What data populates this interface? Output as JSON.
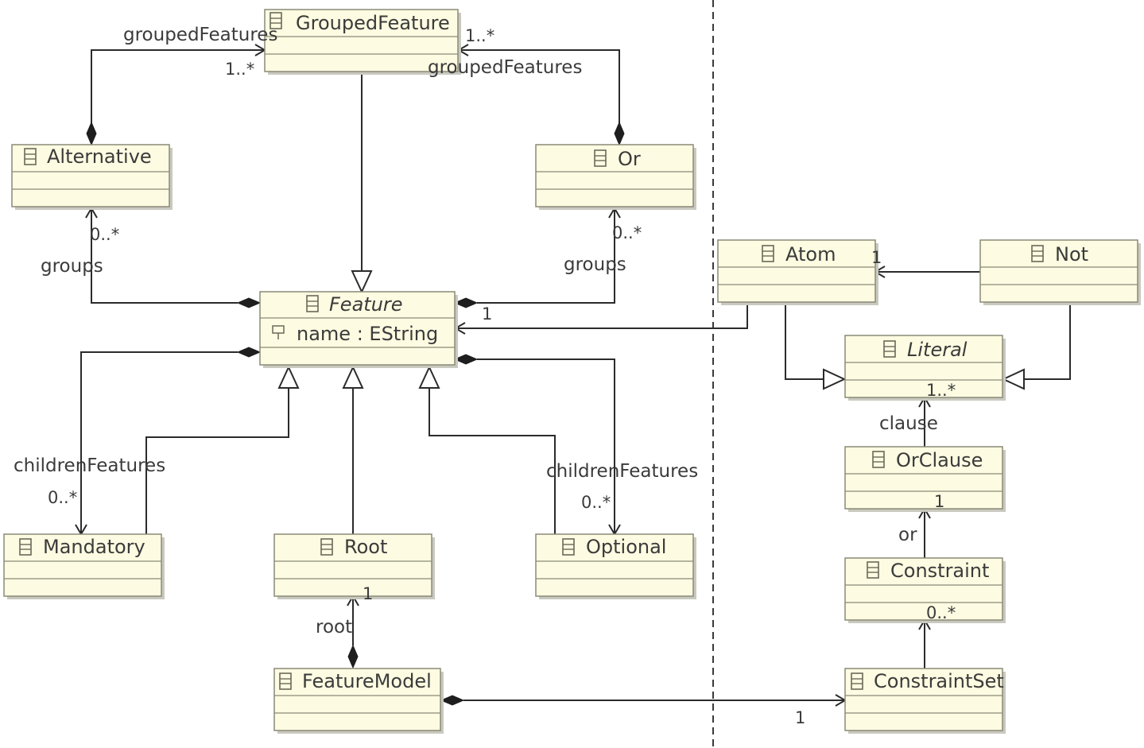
{
  "classes": {
    "grouped_feature": "GroupedFeature",
    "alternative": "Alternative",
    "or": "Or",
    "feature": "Feature",
    "feature_attribute": "name : EString",
    "mandatory": "Mandatory",
    "root": "Root",
    "optional": "Optional",
    "feature_model": "FeatureModel",
    "atom": "Atom",
    "not": "Not",
    "literal": "Literal",
    "or_clause": "OrClause",
    "constraint": "Constraint",
    "constraint_set": "ConstraintSet"
  },
  "roles": {
    "grouped_features_left": "groupedFeatures",
    "grouped_features_right": "groupedFeatures",
    "groups_left": "groups",
    "groups_right": "groups",
    "children_features_left": "childrenFeatures",
    "children_features_right": "childrenFeatures",
    "root": "root",
    "clause": "clause",
    "or": "or"
  },
  "multiplicities": {
    "gf_left": "1..*",
    "gf_right": "1..*",
    "groups_left": "0..*",
    "groups_right": "0..*",
    "atom_feature": "1",
    "not_atom": "1",
    "children_left": "0..*",
    "children_right": "0..*",
    "root": "1",
    "clause": "1..*",
    "or": "1",
    "constraint_set": "0..*",
    "fm_constraint_set": "1"
  },
  "colors": {
    "class_fill": "#fdfbe1",
    "class_border": "#8a8a78",
    "line": "#2b2b2b",
    "text": "#3b3b3b"
  }
}
